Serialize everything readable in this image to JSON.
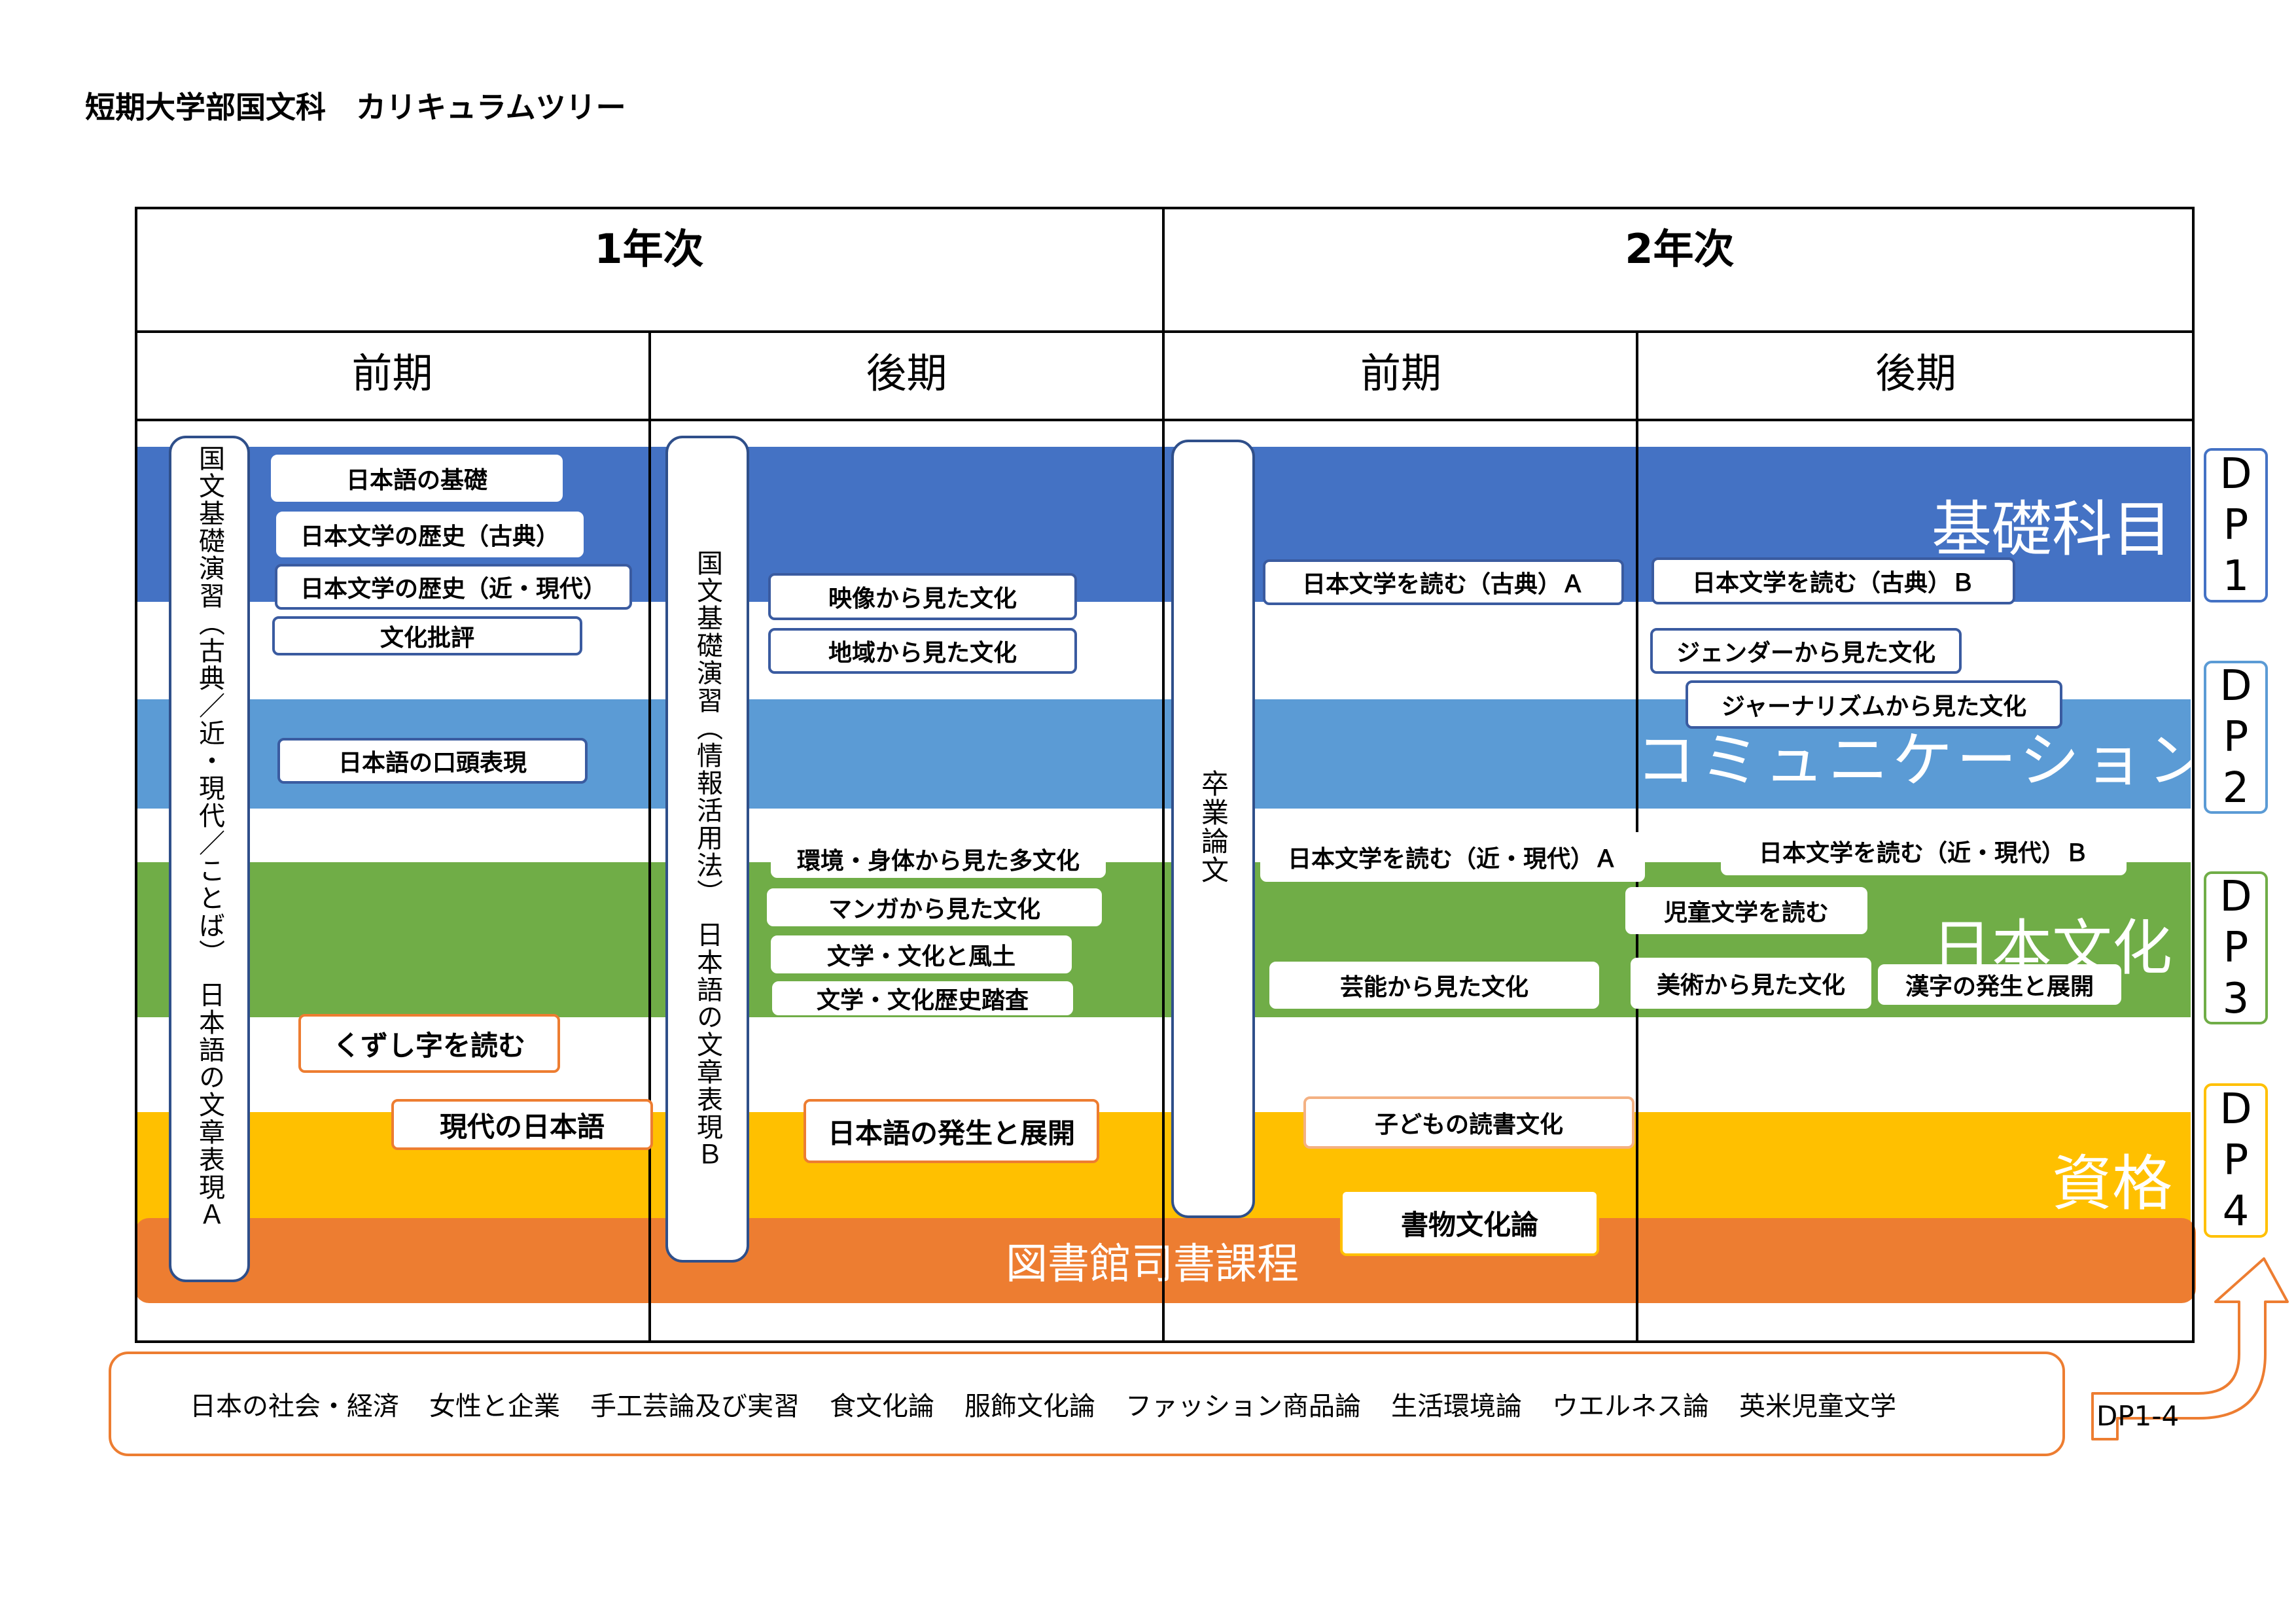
{
  "title": "短期大学部国文科　カリキュラムツリー",
  "years": [
    "1年次",
    "2年次"
  ],
  "terms": [
    "前期",
    "後期",
    "前期",
    "後期"
  ],
  "bands": [
    {
      "label": "基礎科目",
      "color": "#4472c4"
    },
    {
      "label": "コミュニケーション",
      "color": "#5b9bd5"
    },
    {
      "label": "日本文化",
      "color": "#70ad47"
    },
    {
      "label": "資格",
      "color": "#ffc000"
    }
  ],
  "library_course": "図書館司書課程",
  "vertical_courses": [
    {
      "text": "国文基礎演習（古典／近・現代／ことば）　日本語の文章表現Ａ"
    },
    {
      "text": "国文基礎演習（情報活用法）　日本語の文章表現Ｂ"
    },
    {
      "text": "卒業論文"
    }
  ],
  "courses": {
    "y1_first": [
      "日本語の基礎",
      "日本文学の歴史（古典）",
      "日本文学の歴史（近・現代）",
      "文化批評",
      "日本語の口頭表現",
      "くずし字を読む",
      "現代の日本語"
    ],
    "y1_second": [
      "映像から見た文化",
      "地域から見た文化",
      "環境・身体から見た多文化",
      "マンガから見た文化",
      "文学・文化と風土",
      "文学・文化歴史踏査",
      "日本語の発生と展開"
    ],
    "y2_first": [
      "日本文学を読む（古典）Ａ",
      "日本文学を読む（近・現代）Ａ",
      "芸能から見た文化",
      "子どもの読書文化",
      "書物文化論"
    ],
    "y2_second": [
      "日本文学を読む（古典）Ｂ",
      "ジェンダーから見た文化",
      "ジャーナリズムから見た文化",
      "日本文学を読む（近・現代）Ｂ",
      "児童文学を読む",
      "美術から見た文化",
      "漢字の発生と展開"
    ]
  },
  "dp_labels": [
    {
      "letters": [
        "D",
        "P",
        "1"
      ],
      "color": "#4472c4"
    },
    {
      "letters": [
        "D",
        "P",
        "2"
      ],
      "color": "#5b9bd5"
    },
    {
      "letters": [
        "D",
        "P",
        "3"
      ],
      "color": "#70ad47"
    },
    {
      "letters": [
        "D",
        "P",
        "4"
      ],
      "color": "#ffc000"
    }
  ],
  "electives": [
    "日本の社会・経済",
    "女性と企業",
    "手工芸論及び実習",
    "食文化論",
    "服飾文化論",
    "ファッション商品論",
    "生活環境論",
    "ウエルネス論",
    "英米児童文学"
  ],
  "dp_all": "DP1-4"
}
